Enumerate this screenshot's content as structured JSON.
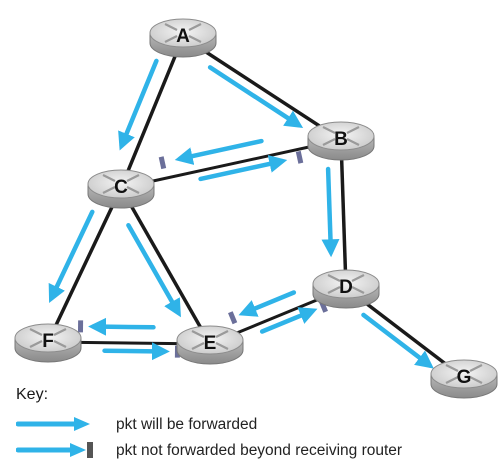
{
  "routers": [
    {
      "id": "A",
      "label": "A"
    },
    {
      "id": "B",
      "label": "B"
    },
    {
      "id": "C",
      "label": "C"
    },
    {
      "id": "D",
      "label": "D"
    },
    {
      "id": "E",
      "label": "E"
    },
    {
      "id": "F",
      "label": "F"
    },
    {
      "id": "G",
      "label": "G"
    }
  ],
  "links": [
    {
      "from": "A",
      "to": "B"
    },
    {
      "from": "A",
      "to": "C"
    },
    {
      "from": "B",
      "to": "C"
    },
    {
      "from": "B",
      "to": "D"
    },
    {
      "from": "C",
      "to": "E"
    },
    {
      "from": "C",
      "to": "F"
    },
    {
      "from": "D",
      "to": "E"
    },
    {
      "from": "E",
      "to": "F"
    },
    {
      "from": "D",
      "to": "G"
    }
  ],
  "forwarded_packets": [
    {
      "from": "A",
      "to": "B"
    },
    {
      "from": "A",
      "to": "C"
    },
    {
      "from": "B",
      "to": "D"
    },
    {
      "from": "C",
      "to": "E"
    },
    {
      "from": "C",
      "to": "F"
    },
    {
      "from": "D",
      "to": "G"
    }
  ],
  "blocked_packets": [
    {
      "from": "B",
      "to": "C"
    },
    {
      "from": "C",
      "to": "B"
    },
    {
      "from": "D",
      "to": "E"
    },
    {
      "from": "E",
      "to": "D"
    },
    {
      "from": "E",
      "to": "F"
    },
    {
      "from": "F",
      "to": "E"
    }
  ],
  "key": {
    "title": "Key:",
    "forwarded": "pkt will be forwarded",
    "not_forwarded": "pkt not forwarded beyond receiving router"
  },
  "colors": {
    "arrow": "#2fb3e8",
    "link": "#1a1a1a",
    "router_top": "#e4e4e4",
    "router_side": "#a5a5a5",
    "blocker": "#6b6f9a"
  }
}
